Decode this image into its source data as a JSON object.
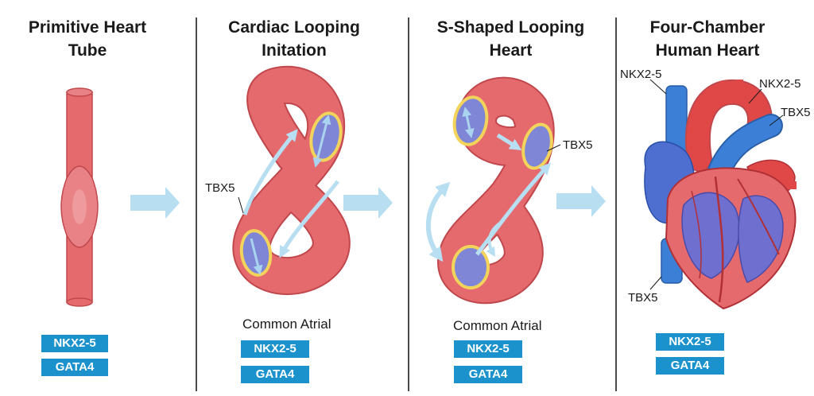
{
  "colors": {
    "tube": "#e56a6e",
    "tube_dark": "#c0474c",
    "chamber": "#7f86d6",
    "chamber_ring": "#f2d35b",
    "arrow": "#b8def2",
    "vessel_blue": "#3b7fd6",
    "badge": "#1b92cc"
  },
  "panels": [
    {
      "title": "Primitive Heart\nTube",
      "labels": [],
      "caption": "",
      "badges": [
        "NKX2-5",
        "GATA4"
      ]
    },
    {
      "title": "Cardiac Looping\nInitation",
      "labels": [
        "TBX5"
      ],
      "caption": "Common Atrial",
      "badges": [
        "NKX2-5",
        "GATA4"
      ]
    },
    {
      "title": "S-Shaped Looping\nHeart",
      "labels": [
        "TBX5"
      ],
      "caption": "Common Atrial",
      "badges": [
        "NKX2-5",
        "GATA4"
      ]
    },
    {
      "title": "Four-Chamber\nHuman Heart",
      "labels": [
        "NKX2-5",
        "NKX2-5",
        "TBX5",
        "TBX5"
      ],
      "caption": "",
      "badges": [
        "NKX2-5",
        "GATA4"
      ]
    }
  ]
}
